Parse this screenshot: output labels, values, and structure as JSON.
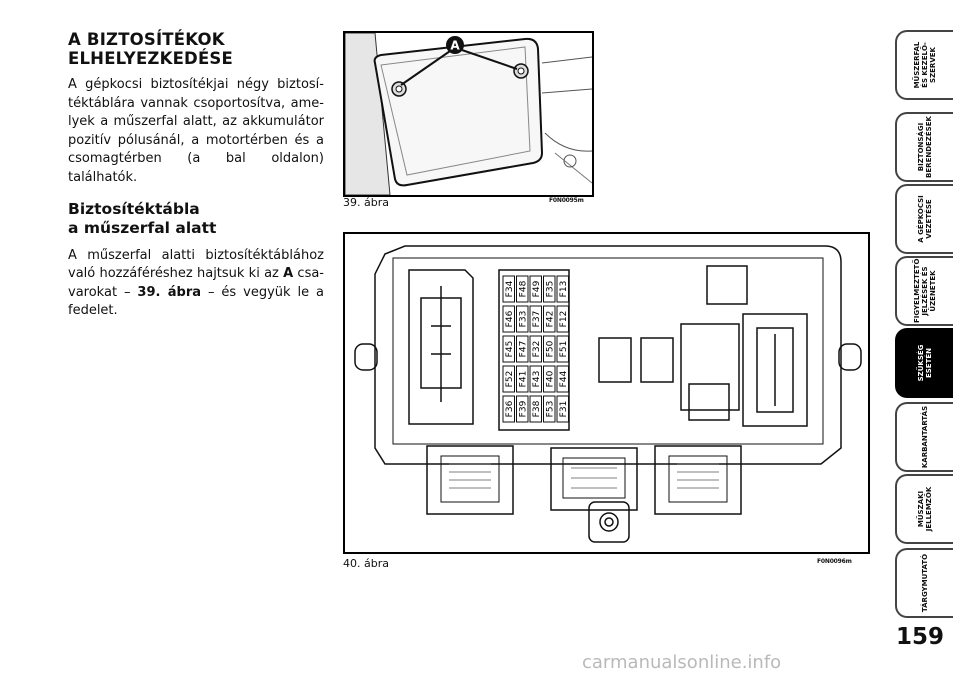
{
  "section": {
    "title_line1": "A BIZTOSÍTÉKOK",
    "title_line2": "ELHELYEZKEDÉSE",
    "intro": "A gépkocsi biztosítékjai négy biztosí- téktáblára vannak csoportosítva, ame- lyek a műszerfal alatt, az akkumulátor pozitív pólusánál, a motortérben és a csomagtérben (a bal oldalon) találhatók.",
    "subtitle_line1": "Biztosítéktábla",
    "subtitle_line2": "a műszerfal alatt",
    "text_part1": "A műszerfal alatti biztosítéktáblához való hozzáféréshez hajtsuk ki az ",
    "text_bold_a": "A",
    "text_part2": " csa- varokat – ",
    "text_bold_ref": "39. ábra",
    "text_part3": " – és vegyük le a fedelet."
  },
  "figure1": {
    "caption": "39. ábra",
    "code": "F0N0095m",
    "marker": "A"
  },
  "figure2": {
    "caption": "40. ábra",
    "code": "F0N0096m",
    "fuse_columns": [
      [
        "F36",
        "F52",
        "F45",
        "F46",
        "F34"
      ],
      [
        "F39",
        "F41",
        "F47",
        "F33",
        "F48"
      ],
      [
        "F38",
        "F43",
        "F32",
        "F37",
        "F49"
      ],
      [
        "F53",
        "F40",
        "F50",
        "F42",
        "F35"
      ],
      [
        "F31",
        "F44",
        "F51",
        "F12",
        "F13"
      ]
    ]
  },
  "side_tabs": [
    {
      "label": "MŰSZERFAL\nÉS KEZELŐ-\nSZERVEK",
      "active": false
    },
    {
      "label": "BIZTONSÁGI\nBERENDEZÉSEK",
      "active": false
    },
    {
      "label": "A GÉPKOCSI\nVEZETÉSE",
      "active": false
    },
    {
      "label": "FIGYELMEZTETŐ\nJELZÉSEK ÉS\nÜZENETEK",
      "active": false
    },
    {
      "label": "SZÜKSÉG\nESETÉN",
      "active": true
    },
    {
      "label": "KARBANTARTÁS",
      "active": false
    },
    {
      "label": "MŰSZAKI\nJELLEMZŐK",
      "active": false
    },
    {
      "label": "TÁRGYMUTATÓ",
      "active": false
    }
  ],
  "page_number": "159",
  "watermark": "carmanualsonline.info"
}
